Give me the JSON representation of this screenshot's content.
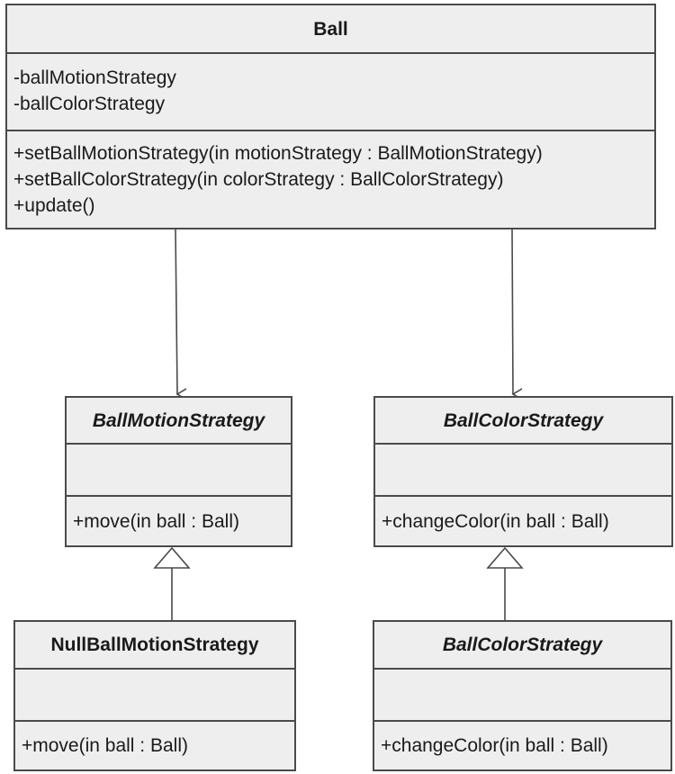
{
  "classes": {
    "ball": {
      "name": "Ball",
      "attributes": [
        "-ballMotionStrategy",
        "-ballColorStrategy"
      ],
      "operations": [
        "+setBallMotionStrategy(in motionStrategy : BallMotionStrategy)",
        "+setBallColorStrategy(in colorStrategy : BallColorStrategy)",
        "+update()"
      ]
    },
    "ball_motion_strategy": {
      "name": "BallMotionStrategy",
      "abstract": true,
      "operations": [
        "+move(in ball : Ball)"
      ]
    },
    "ball_color_strategy": {
      "name": "BallColorStrategy",
      "abstract": true,
      "operations": [
        "+changeColor(in ball : Ball)"
      ]
    },
    "null_ball_motion_strategy": {
      "name": "NullBallMotionStrategy",
      "abstract": false,
      "operations": [
        "+move(in ball : Ball)"
      ]
    },
    "ball_color_strategy_impl": {
      "name": "BallColorStrategy",
      "abstract": true,
      "operations": [
        "+changeColor(in ball : Ball)"
      ]
    }
  },
  "relationships": [
    {
      "type": "association",
      "from": "Ball",
      "to": "BallMotionStrategy"
    },
    {
      "type": "association",
      "from": "Ball",
      "to": "BallColorStrategy"
    },
    {
      "type": "generalization",
      "from": "NullBallMotionStrategy",
      "to": "BallMotionStrategy"
    },
    {
      "type": "generalization",
      "from": "BallColorStrategy",
      "to": "BallColorStrategy"
    }
  ],
  "colors": {
    "class_fill": "#eeeeee",
    "stroke": "#4a4a4a"
  }
}
